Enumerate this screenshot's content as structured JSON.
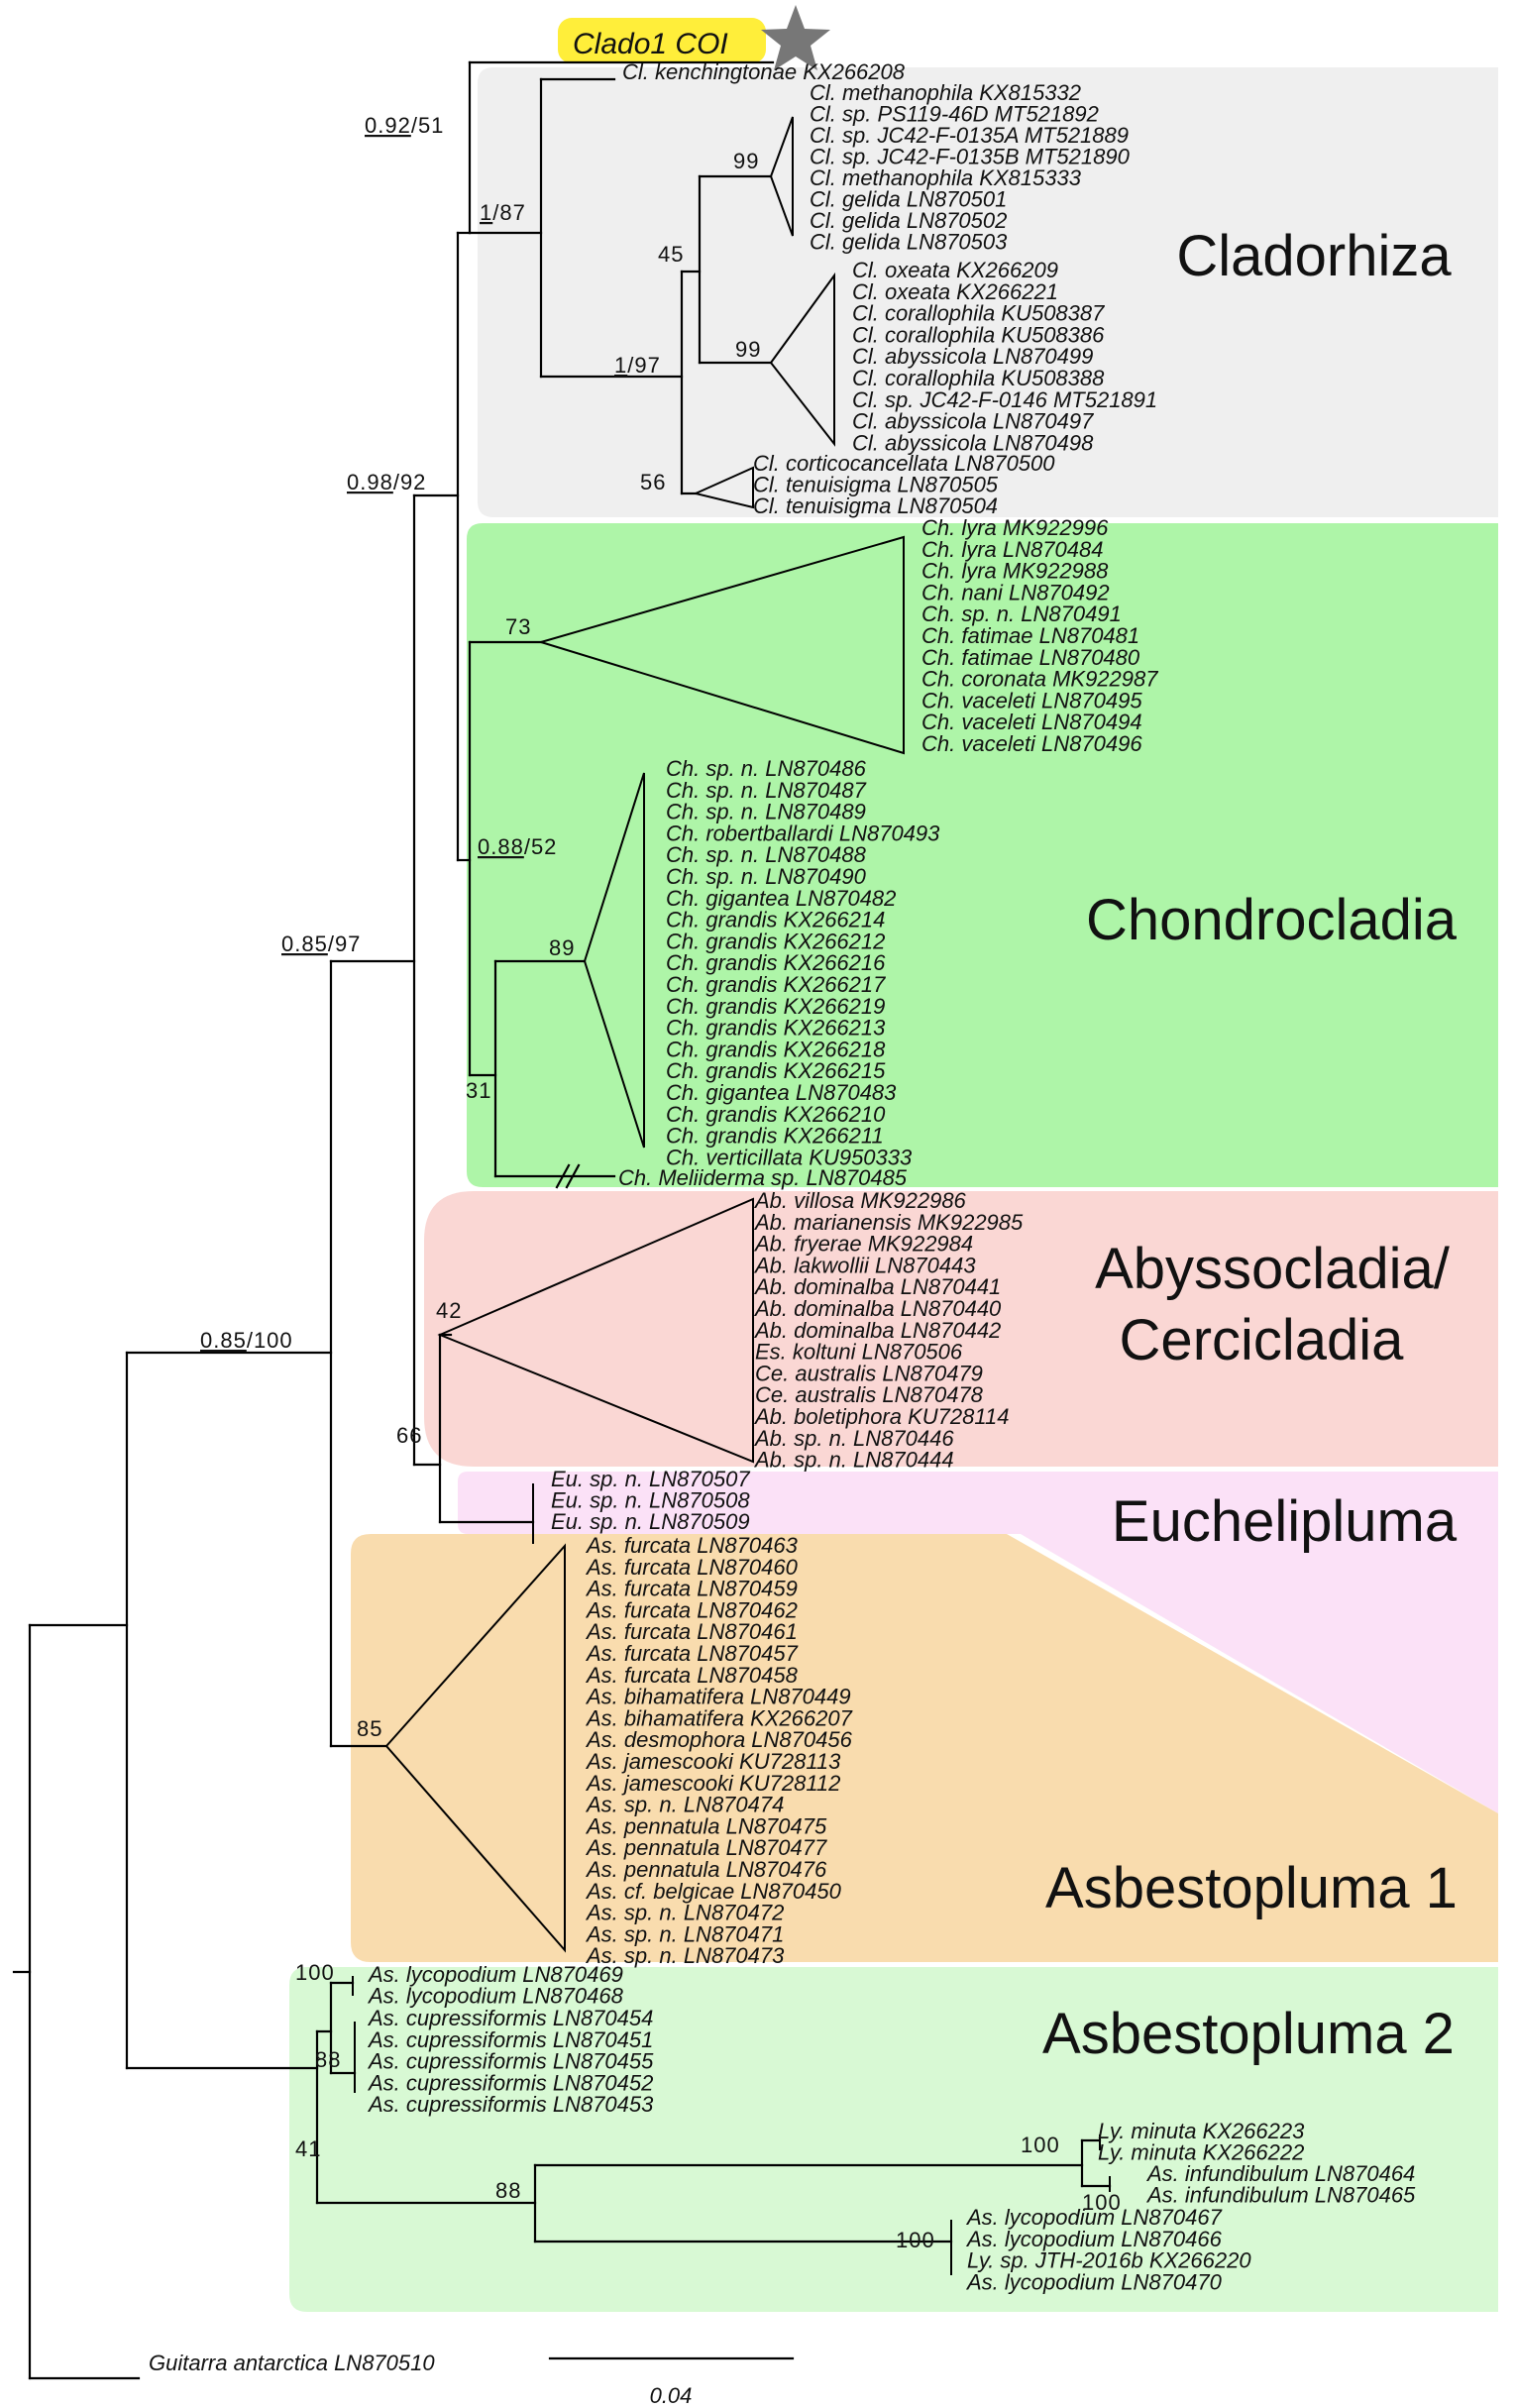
{
  "badge": {
    "label": "Clado1 COI",
    "fill": "#ffee3a",
    "icon": "star-icon",
    "icon_color": "#777777"
  },
  "clades": [
    {
      "key": "cladorhiza",
      "name": "Cladorhiza",
      "lines": [
        "Cladorhiza"
      ],
      "color": "#efefef"
    },
    {
      "key": "chondrocladia",
      "name": "Chondrocladia",
      "lines": [
        "Chondrocladia"
      ],
      "color": "#aef5a8"
    },
    {
      "key": "abyssocladia",
      "name": "Abyssocladia/ Cercicladia",
      "lines": [
        "Abyssocladia/",
        "Cercicladia"
      ],
      "color": "#fad7d4"
    },
    {
      "key": "euchelipluma",
      "name": "Euchelipluma",
      "lines": [
        "Euchelipluma"
      ],
      "color": "#fbe1f7"
    },
    {
      "key": "asbestopluma1",
      "name": "Asbestopluma 1",
      "lines": [
        "Asbestopluma 1"
      ],
      "color": "#f9dcae"
    },
    {
      "key": "asbestopluma2",
      "name": "Asbestopluma 2",
      "lines": [
        "Asbestopluma 2"
      ],
      "color": "#d8f9d4"
    }
  ],
  "leaves": {
    "cladorhiza_top": [
      "Cl. kenchingtonae KX266208"
    ],
    "cladorhiza_g1": [
      "Cl. methanophila KX815332",
      "Cl. sp. PS119-46D MT521892",
      "Cl. sp. JC42-F-0135A MT521889",
      "Cl. sp. JC42-F-0135B MT521890",
      "Cl. methanophila KX815333",
      "Cl. gelida LN870501",
      "Cl. gelida LN870502",
      "Cl. gelida LN870503"
    ],
    "cladorhiza_g2": [
      "Cl. oxeata KX266209",
      "Cl. oxeata KX266221",
      "Cl. corallophila KU508387",
      "Cl. corallophila KU508386",
      "Cl. abyssicola LN870499",
      "Cl. corallophila KU508388",
      "Cl. sp. JC42-F-0146 MT521891",
      "Cl. abyssicola LN870497",
      "Cl. abyssicola LN870498"
    ],
    "cladorhiza_g3": [
      "Cl. corticocancellata LN870500",
      "Cl. tenuisigma LN870505",
      "Cl. tenuisigma LN870504"
    ],
    "chondro_g1": [
      "Ch. lyra MK922996",
      "Ch. lyra LN870484",
      "Ch. lyra MK922988",
      "Ch. nani LN870492",
      "Ch. sp. n. LN870491",
      "Ch. fatimae LN870481",
      "Ch. fatimae LN870480",
      "Ch. coronata MK922987",
      "Ch. vaceleti LN870495",
      "Ch. vaceleti LN870494",
      "Ch. vaceleti LN870496"
    ],
    "chondro_g2": [
      "Ch. sp. n. LN870486",
      "Ch. sp. n. LN870487",
      "Ch. sp. n. LN870489",
      "Ch. robertballardi LN870493",
      "Ch. sp. n. LN870488",
      "Ch. sp. n. LN870490",
      "Ch. gigantea LN870482",
      "Ch. grandis KX266214",
      "Ch. grandis KX266212",
      "Ch. grandis KX266216",
      "Ch. grandis KX266217",
      "Ch. grandis KX266219",
      "Ch. grandis KX266213",
      "Ch. grandis KX266218",
      "Ch. grandis KX266215",
      "Ch. gigantea LN870483",
      "Ch. grandis KX266210",
      "Ch. grandis KX266211",
      "Ch. verticillata KU950333"
    ],
    "chondro_single": [
      "Ch. Meliiderma sp. LN870485"
    ],
    "abysso": [
      "Ab. villosa MK922986",
      "Ab. marianensis MK922985",
      "Ab. fryerae MK922984",
      "Ab. lakwollii LN870443",
      "Ab. dominalba LN870441",
      "Ab. dominalba LN870440",
      "Ab. dominalba LN870442",
      "Es. koltuni LN870506",
      "Ce. australis LN870479",
      "Ce. australis LN870478",
      "Ab. boletiphora KU728114",
      "Ab. sp. n. LN870446",
      "Ab. sp. n. LN870444"
    ],
    "euche": [
      "Eu. sp. n. LN870507",
      "Eu. sp. n. LN870508",
      "Eu. sp. n. LN870509"
    ],
    "asb1": [
      "As. furcata LN870463",
      "As. furcata LN870460",
      "As. furcata LN870459",
      "As. furcata LN870462",
      "As. furcata LN870461",
      "As. furcata LN870457",
      "As. furcata LN870458",
      "As. bihamatifera LN870449",
      "As. bihamatifera KX266207",
      "As. desmophora LN870456",
      "As. jamescooki KU728113",
      "As. jamescooki KU728112",
      "As. sp. n. LN870474",
      "As. pennatula LN870475",
      "As. pennatula LN870477",
      "As. pennatula LN870476",
      "As. cf. belgicae LN870450",
      "As. sp. n. LN870472",
      "As. sp. n. LN870471",
      "As. sp. n. LN870473"
    ],
    "asb2_lyco": [
      "As. lycopodium LN870469",
      "As. lycopodium LN870468"
    ],
    "asb2_cupr": [
      "As. cupressiformis LN870454",
      "As. cupressiformis LN870451",
      "As. cupressiformis LN870455",
      "As. cupressiformis LN870452",
      "As. cupressiformis LN870453"
    ],
    "asb2_ly": [
      "Ly. minuta KX266223",
      "Ly. minuta KX266222"
    ],
    "asb2_inf": [
      "As. infundibulum LN870464",
      "As. infundibulum LN870465"
    ],
    "asb2_lyco2": [
      "As. lycopodium LN870467",
      "As. lycopodium LN870466",
      "Ly. sp. JTH-2016b KX266220",
      "As. lycopodium LN870470"
    ],
    "outgroup": [
      "Guitarra antarctica LN870510"
    ]
  },
  "support": {
    "n092_51": {
      "main": "0.92",
      "rest": "/51"
    },
    "n1_87": {
      "main": "1",
      "rest": "/87"
    },
    "n1_97": {
      "main": "1",
      "rest": "/97"
    },
    "n098_92": {
      "main": "0.98",
      "rest": "/92"
    },
    "n088_52": {
      "main": "0.88",
      "rest": "/52"
    },
    "n085_97": {
      "main": "0.85",
      "rest": "/97"
    },
    "n085_100": {
      "main": "0.85",
      "rest": "/100"
    },
    "v99a": "99",
    "v45": "45",
    "v99b": "99",
    "v56": "56",
    "v73": "73",
    "v89": "89",
    "v31": "31",
    "v42": "42",
    "v66": "66",
    "v85": "85",
    "v100a": "100",
    "v88a": "88",
    "v41": "41",
    "v88b": "88",
    "v100b": "100",
    "v100c": "100",
    "v100d": "100"
  },
  "scale": {
    "label": "0.04"
  }
}
